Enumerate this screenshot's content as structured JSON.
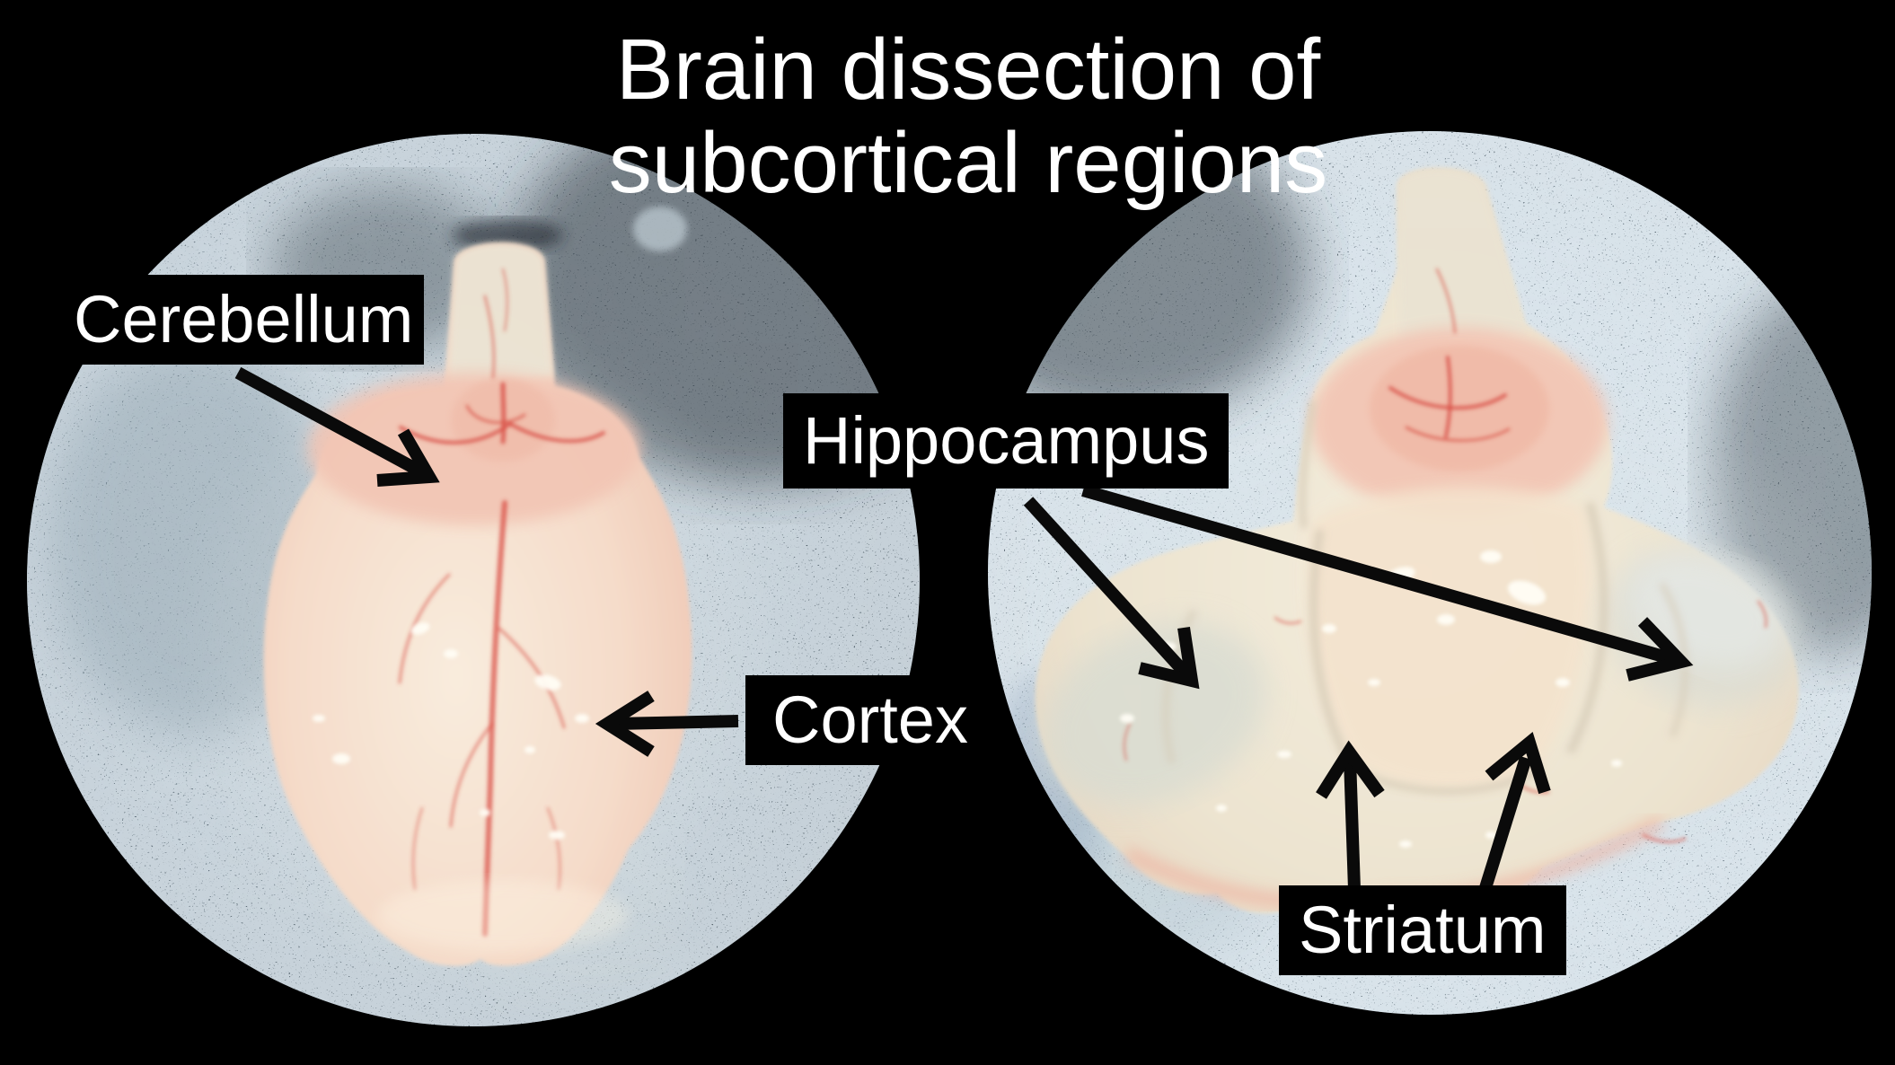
{
  "title": {
    "line1": "Brain dissection of",
    "line2": "subcortical regions"
  },
  "labels": {
    "cerebellum": "Cerebellum",
    "hippocampus": "Hippocampus",
    "cortex": "Cortex",
    "striatum": "Striatum"
  },
  "colors": {
    "background": "#000000",
    "title_text": "#ffffff",
    "label_text": "#ffffff",
    "label_background": "#000000",
    "arrow": "#0a0a0a",
    "stage_blue_light": "#8ea1ac",
    "stage_blue_dark": "#2b343c",
    "brain_pink": "#f3d6c6",
    "brain_cream": "#efe7d6",
    "vessel_red": "#d94f44",
    "highlight_white": "#fffdf5"
  }
}
